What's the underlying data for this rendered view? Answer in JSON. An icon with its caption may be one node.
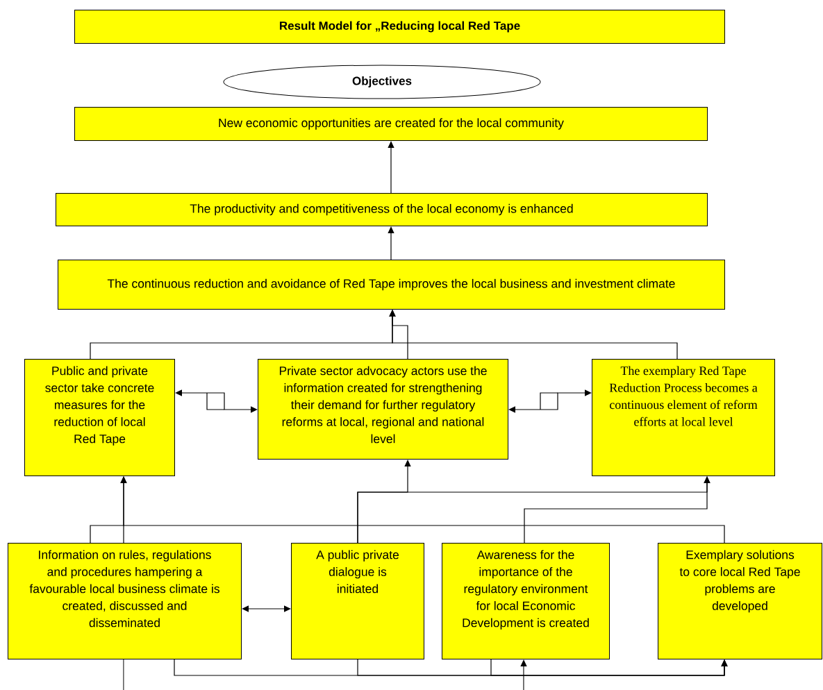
{
  "diagram": {
    "nodes": [
      {
        "text": [
          "Result Model for „Reducing local Red Tape"
        ]
      },
      {
        "text": [
          "Objectives"
        ]
      },
      {
        "text": [
          "New economic opportunities are created for the local community"
        ]
      },
      {
        "text": [
          "The productivity and competitiveness of the local economy is enhanced"
        ]
      },
      {
        "text": [
          "The continuous reduction and avoidance of Red Tape improves the local business and investment climate"
        ]
      },
      {
        "text": [
          "Public and private sector take concrete measures for the reduction of local Red Tape"
        ]
      },
      {
        "text": [
          "Private sector advocacy actors use the information created for strengthening their demand for further regulatory reforms at local, regional and national level"
        ]
      },
      {
        "text": [
          "The exemplary Red Tape Reduction Process becomes a continuous element of reform efforts at local level"
        ]
      },
      {
        "text": [
          "Information on rules, regulations and procedures hampering a favourable local business climate is created, discussed and disseminated"
        ]
      },
      {
        "text": [
          "A public private dialogue is initiated"
        ]
      },
      {
        "text": [
          "Awareness for the importance of the regulatory environment for local Economic Development is created"
        ]
      },
      {
        "text": [
          "Exemplary solutions to core local Red Tape problems are developed"
        ]
      }
    ],
    "edges": [
      {
        "from": 3,
        "to": 2,
        "arrow": "to"
      },
      {
        "from": 4,
        "to": 3,
        "arrow": "to"
      },
      {
        "from": 5,
        "to": 4,
        "arrow": "to"
      },
      {
        "from": 6,
        "to": 4,
        "arrow": "to"
      },
      {
        "from": 7,
        "to": 4,
        "arrow": "to"
      },
      {
        "from": 5,
        "to": 6,
        "arrow": "both"
      },
      {
        "from": 6,
        "to": 7,
        "arrow": "both"
      },
      {
        "from": 8,
        "to": 5,
        "arrow": "to"
      },
      {
        "from": 11,
        "to": 5,
        "arrow": "to"
      },
      {
        "from": 9,
        "to": 6,
        "arrow": "to"
      },
      {
        "from": 9,
        "to": 7,
        "arrow": "to"
      },
      {
        "from": 10,
        "to": 7,
        "arrow": "to"
      },
      {
        "from": 8,
        "to": 9,
        "arrow": "both"
      },
      {
        "from": 8,
        "to": 11,
        "arrow": "to"
      },
      {
        "from": 9,
        "to": 11,
        "arrow": "to"
      },
      {
        "from": 10,
        "to": 11,
        "arrow": "to"
      },
      {
        "from": null,
        "to": 10,
        "arrow": "to"
      },
      {
        "from": 8,
        "to": null,
        "arrow": "none"
      }
    ]
  }
}
